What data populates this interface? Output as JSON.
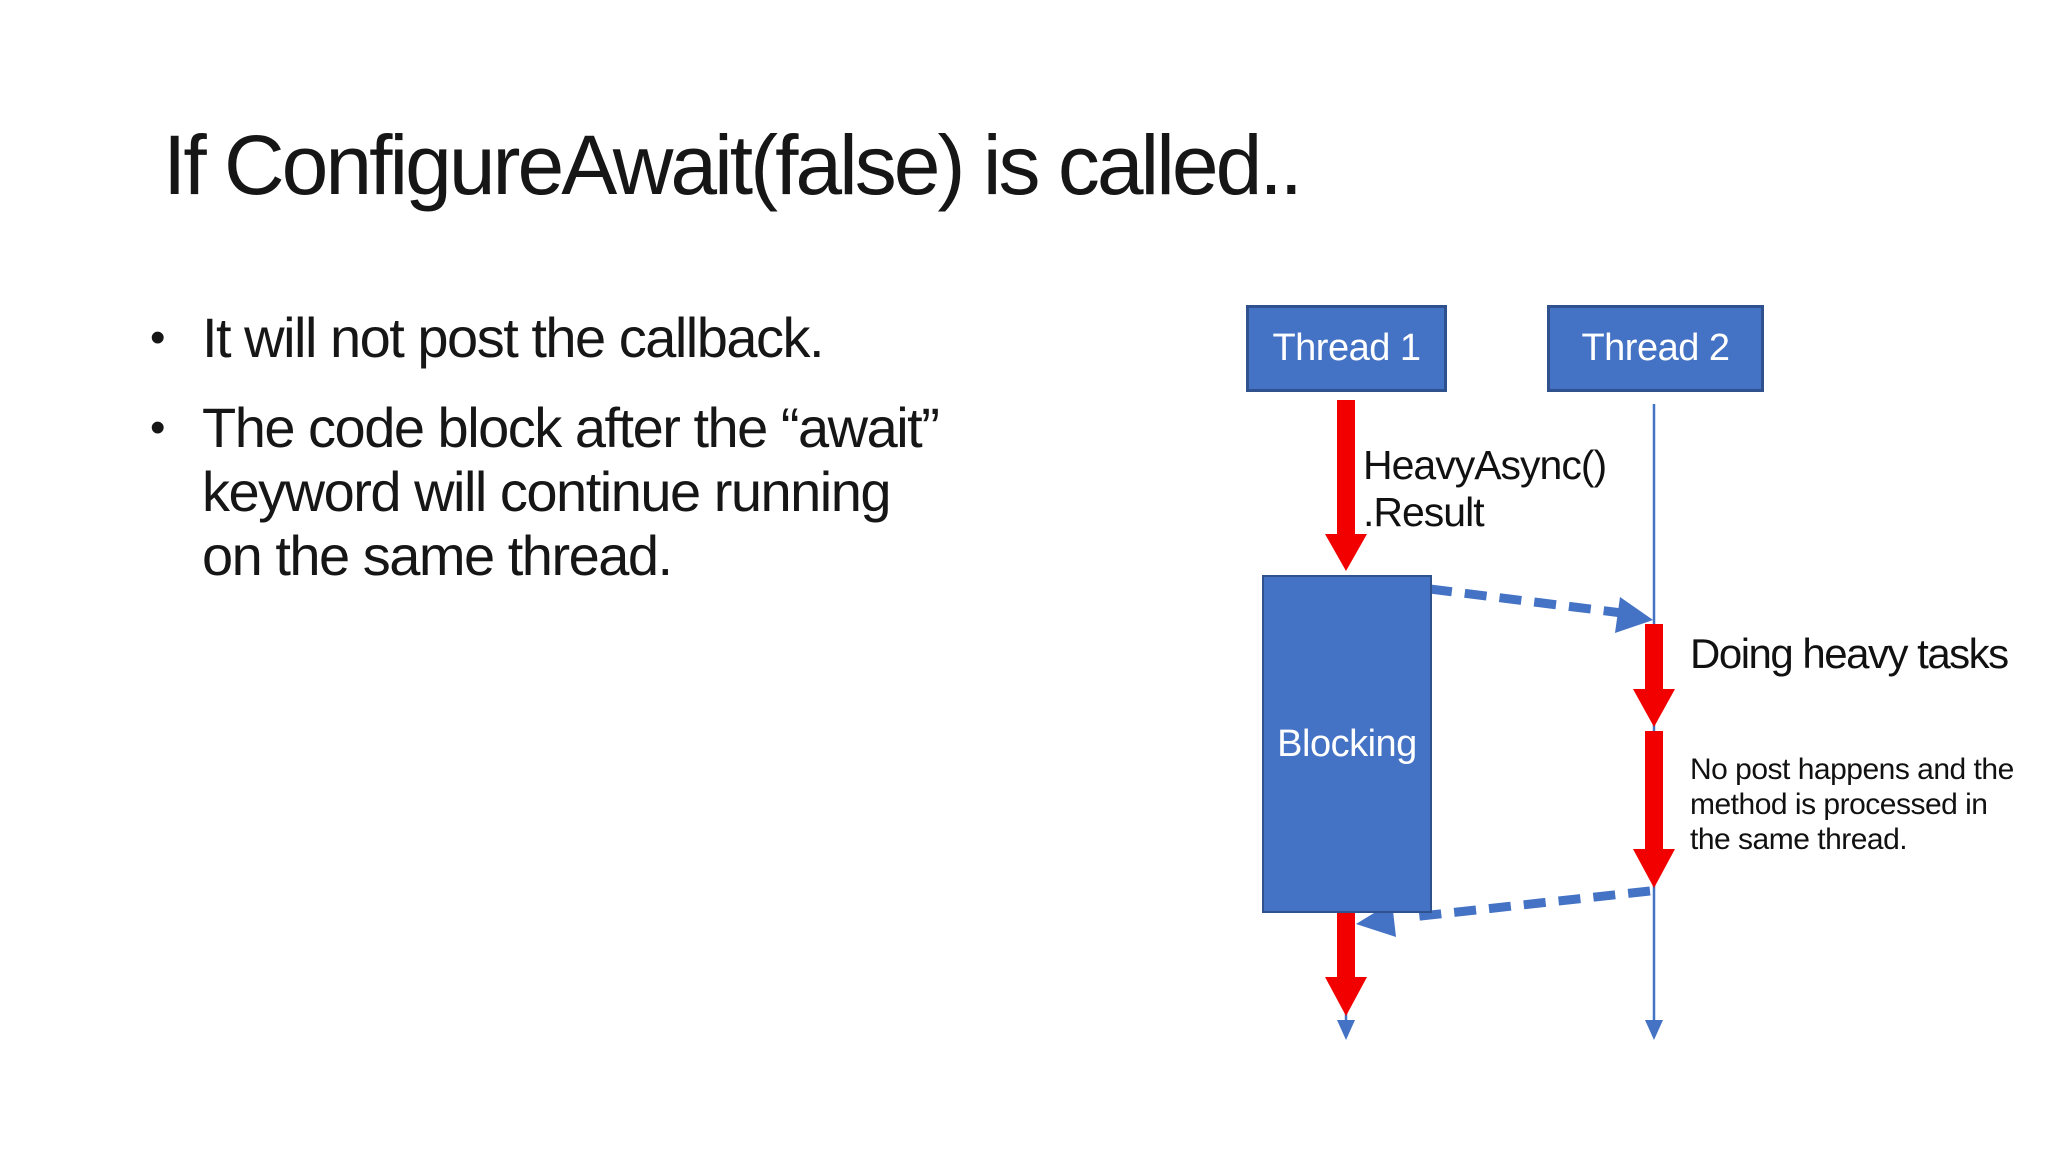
{
  "slide": {
    "title": "If ConfigureAwait(false) is called..",
    "bullet_marker": "•",
    "bullets": [
      {
        "lines": [
          "It will not post the callback."
        ]
      },
      {
        "lines": [
          "The code block after the “await”",
          "keyword will continue running",
          "on the same thread."
        ]
      }
    ]
  },
  "diagram": {
    "thread1_label": "Thread 1",
    "thread2_label": "Thread 2",
    "call_label": {
      "line1": "HeavyAsync()",
      "line2": ".Result"
    },
    "blocking_label": "Blocking",
    "heavy_tasks_label": "Doing heavy tasks",
    "note_lines": [
      "No post happens and the",
      "method is processed in",
      "the same thread."
    ],
    "colors": {
      "box_fill": "#4472C4",
      "box_border": "#2F528F",
      "connector_blue": "#4472C4",
      "arrow_red": "#F20000",
      "background": "#FFFFFF"
    }
  }
}
